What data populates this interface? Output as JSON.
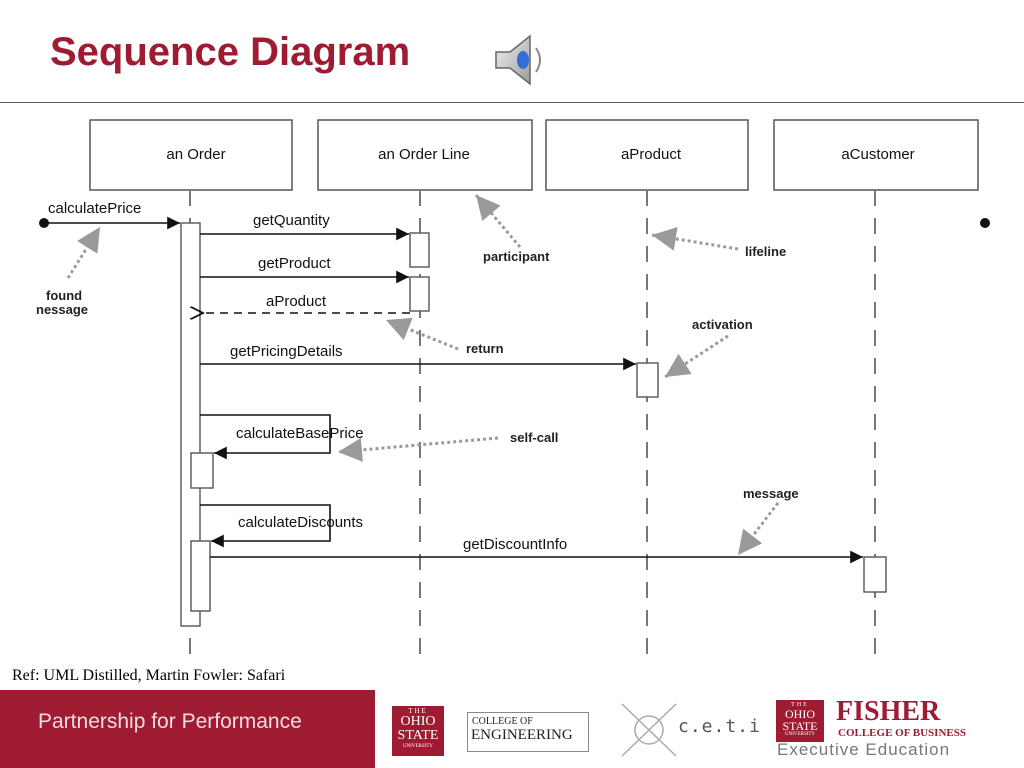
{
  "title": "Sequence Diagram",
  "diagram": {
    "participants": [
      "an Order",
      "an Order Line",
      "aProduct",
      "aCustomer"
    ],
    "messages": {
      "calculatePrice": "calculatePrice",
      "getQuantity": "getQuantity",
      "getProduct": "getProduct",
      "aProduct": "aProduct",
      "getPricingDetails": "getPricingDetails",
      "calculateBasePrice": "calculateBasePrice",
      "calculateDiscounts": "calculateDiscounts",
      "getDiscountInfo": "getDiscountInfo"
    },
    "annotations": {
      "found_line1": "found",
      "found_line2": "nessage",
      "participant": "participant",
      "lifeline": "lifeline",
      "return": "return",
      "activation": "activation",
      "self_call": "self-call",
      "message": "message"
    }
  },
  "reference": "Ref: UML Distilled, Martin Fowler: Safari",
  "footer": {
    "tagline": "Partnership for Performance",
    "logos": {
      "osu_the": "THE",
      "osu_ohio": "OHIO",
      "osu_state": "STATE",
      "osu_university": "UNIVERSITY",
      "engineering_line1": "COLLEGE OF",
      "engineering_line2": "ENGINEERING",
      "ceti": "c.e.t.i",
      "fisher": "FISHER",
      "fisher_college": "COLLEGE OF BUSINESS",
      "executive_education": "Executive Education"
    }
  },
  "colors": {
    "brand": "#9e1b32",
    "speaker_blue": "#2f6fd6"
  },
  "icons": {
    "speaker": "speaker-icon"
  }
}
